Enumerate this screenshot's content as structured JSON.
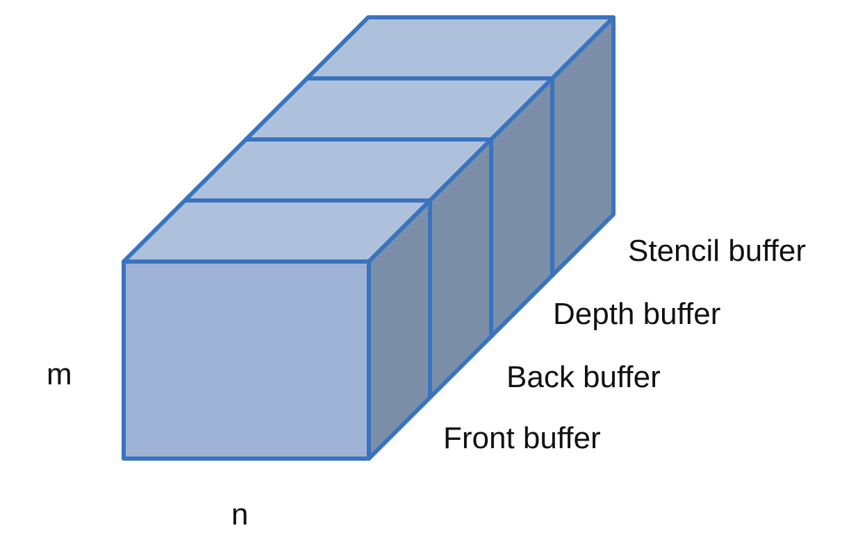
{
  "diagram": {
    "colors": {
      "stroke": "#3a73be",
      "top_face": "#adc1dd",
      "front_face": "#9db2d5",
      "side_face": "#7c8fa9"
    },
    "buffers": [
      {
        "label": "Front buffer"
      },
      {
        "label": "Back buffer"
      },
      {
        "label": "Depth buffer"
      },
      {
        "label": "Stencil buffer"
      }
    ],
    "dimension_labels": {
      "height": "m",
      "width": "n"
    }
  }
}
